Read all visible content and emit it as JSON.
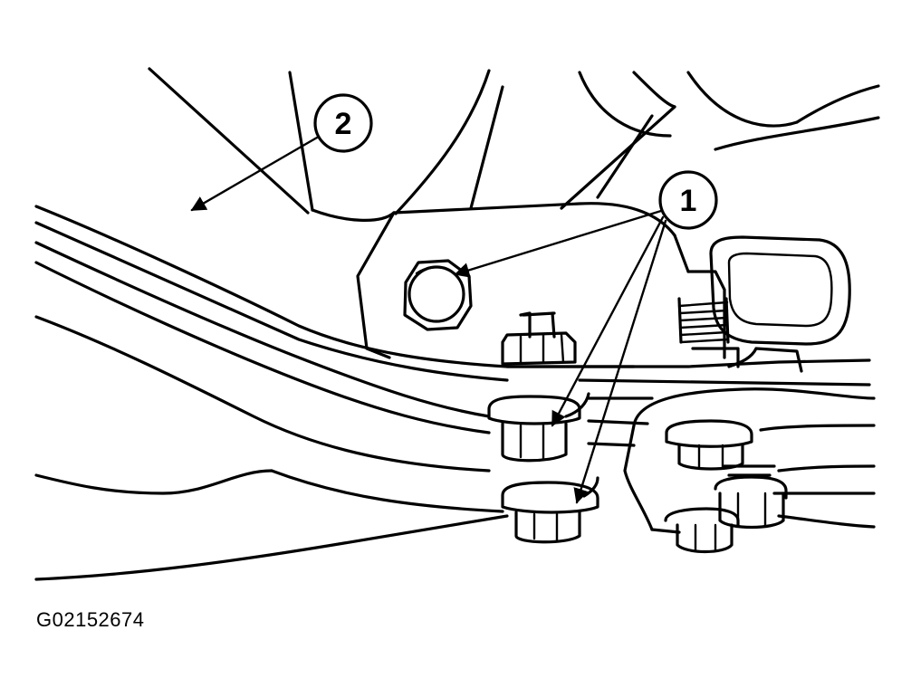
{
  "callouts": [
    {
      "id": "callout-1",
      "label": "1"
    },
    {
      "id": "callout-2",
      "label": "2"
    }
  ],
  "figure_id": "G02152674",
  "colors": {
    "ink": "#000000",
    "paper": "#ffffff"
  }
}
